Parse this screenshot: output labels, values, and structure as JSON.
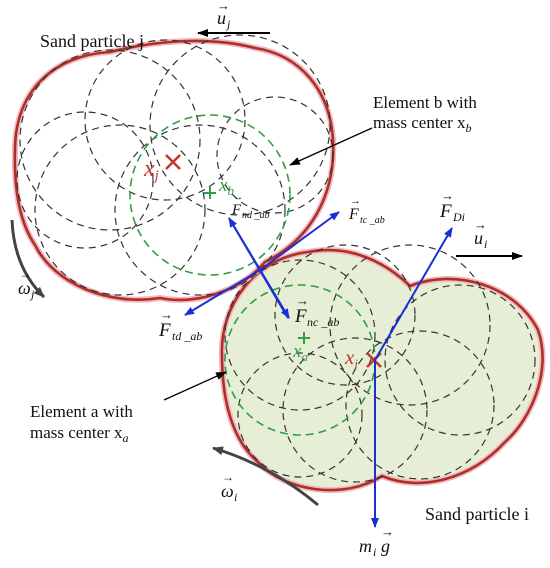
{
  "labels": {
    "particle_j": "Sand particle j",
    "particle_i": "Sand particle i",
    "element_b_line1": "Element b with",
    "element_b_line2": "mass center x",
    "element_b_sub": "b",
    "element_a_line1": "Element a with",
    "element_a_line2": "mass center x",
    "element_a_sub": "a"
  },
  "symbols": {
    "xj": "x",
    "xj_sub": "j",
    "xi": "x",
    "xi_sub": "i",
    "xb": "x",
    "xb_sub": "b",
    "xa": "x",
    "xa_sub": "a",
    "u": "u",
    "uj_sub": "j",
    "ui_sub": "i",
    "omega": "ω",
    "omega_j_sub": "j",
    "omega_i_sub": "i",
    "F": "F",
    "F_nd_ab_sub": "nd _ab",
    "F_tc_ab_sub": "tc _ab",
    "F_td_ab_sub": "td _ab",
    "F_nc_ab_sub": "nc _ab",
    "F_Di_sub": "Di",
    "gravity": "m",
    "gravity_sub": "i",
    "gravity_g": "g",
    "vec_arrow": "→"
  },
  "colors": {
    "outline": "#a93226",
    "outline_glow": "#f5b7c0",
    "dashed": "#333333",
    "element": "#2f9e44",
    "force": "#1a2fd6",
    "velocity": "#000000",
    "fill_i": "#e6efd6",
    "center_mark": "#c0392b"
  }
}
